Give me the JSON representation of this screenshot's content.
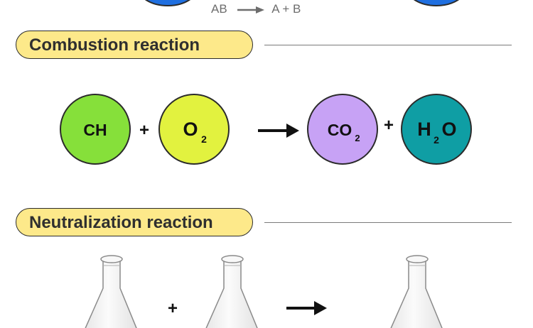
{
  "decomposition": {
    "reactant": "AB",
    "products": "A + B",
    "colors": {
      "circle": "#1f6fe0",
      "text": "#6d6d6d"
    }
  },
  "combustion": {
    "title": "Combustion reaction",
    "plus1": "+",
    "plus2": "+",
    "molecules": [
      {
        "main": "CH",
        "sub": "",
        "after": "",
        "color": "#86e03a",
        "name": "methane-molecule"
      },
      {
        "main": "O",
        "sub": "2",
        "after": "",
        "color": "#e2f23f",
        "name": "oxygen-molecule"
      },
      {
        "main": "CO",
        "sub": "2",
        "after": "",
        "color": "#c7a2f5",
        "name": "carbon-dioxide-molecule"
      },
      {
        "main": "H",
        "sub": "2",
        "after": "O",
        "color": "#0f9ea4",
        "name": "water-molecule"
      }
    ]
  },
  "neutralization": {
    "title": "Neutralization reaction",
    "plus": "+",
    "flasks": [
      "acid-flask",
      "base-flask",
      "product-flask"
    ]
  },
  "colors": {
    "pill": "#fde98a",
    "outline": "#2b2b2b",
    "flask_fill": "#f4f4f4",
    "flask_stroke": "#8a8a8a"
  }
}
